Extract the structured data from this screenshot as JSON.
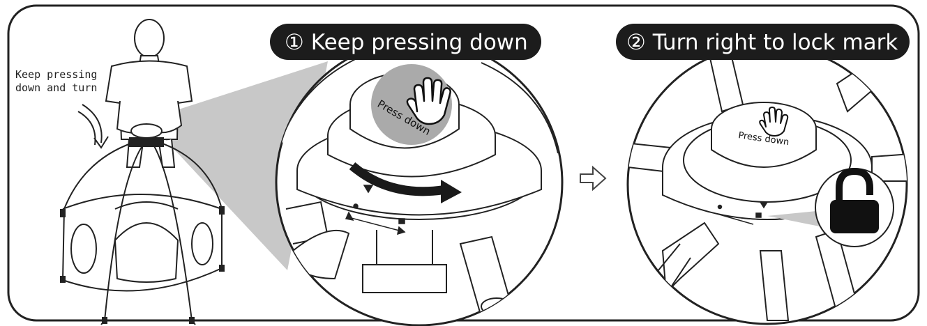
{
  "step1": {
    "number": "①",
    "label": "Keep pressing down",
    "stamp": "Press down"
  },
  "step2": {
    "number": "②",
    "label": "Turn right to lock mark",
    "stamp": "Press down"
  },
  "side_note": {
    "line1": "Keep pressing",
    "line2": "down and turn"
  },
  "colors": {
    "pill": "#1c1c1c",
    "outline": "#222222",
    "wedge": "#c8c8c8",
    "spot": "#aaaaaa",
    "arrow": "#1a1a1a"
  },
  "icons": [
    "hand-icon",
    "curved-arrow-icon",
    "double-arrow-icon",
    "padlock-icon",
    "open-arrow-icon"
  ]
}
